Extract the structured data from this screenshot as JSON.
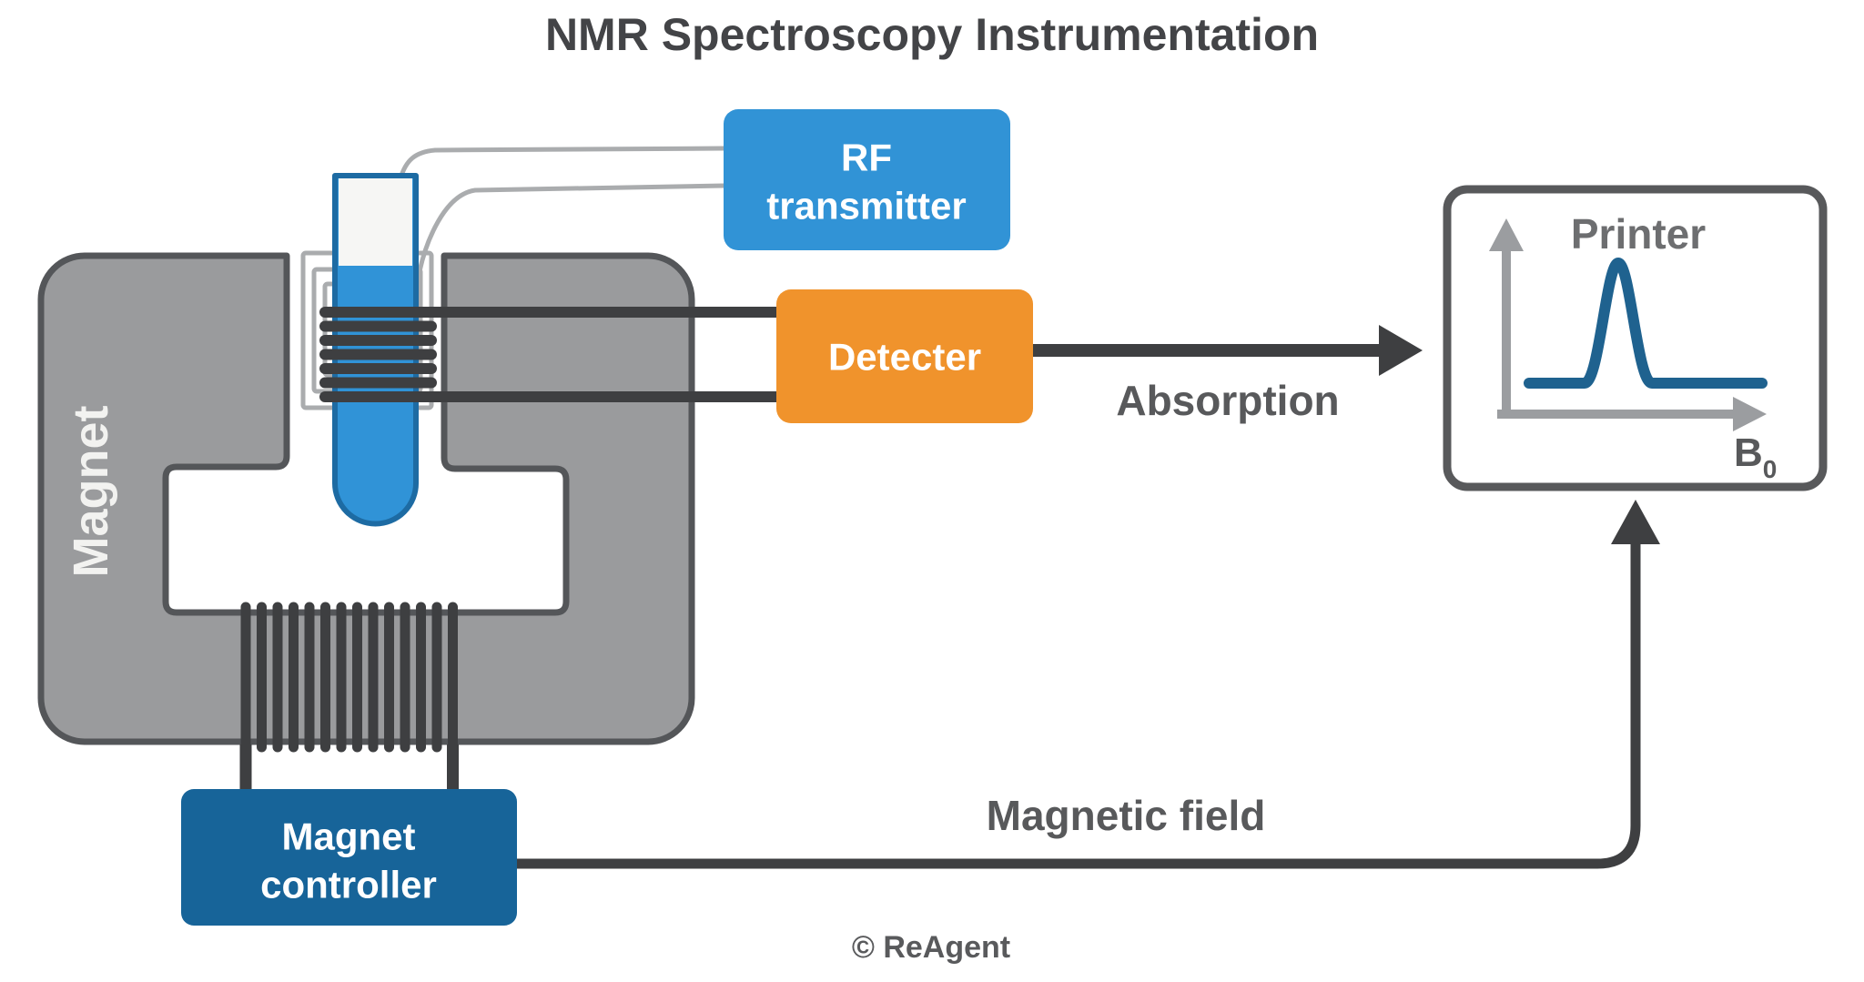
{
  "title": "NMR Spectroscopy Instrumentation",
  "copyright": "© ReAgent",
  "magnet": {
    "label": "Magnet"
  },
  "rf_transmitter": {
    "lines": [
      "RF",
      "transmitter"
    ]
  },
  "detecter": {
    "label": "Detecter"
  },
  "magnet_controller": {
    "lines": [
      "Magnet",
      "controller"
    ]
  },
  "printer": {
    "label": "Printer",
    "axis_main": "B",
    "axis_sub": "0"
  },
  "arrows": {
    "absorption": "Absorption",
    "magnetic_field": "Magnetic field"
  },
  "colors": {
    "magnet_fill": "#9a9b9d",
    "magnet_border": "#545659",
    "tube_blue": "#3093d7",
    "tube_border": "#1d6ba3",
    "tube_empty": "#f6f6f4",
    "rf_blue": "#3193d6",
    "detecter_orange": "#f0932c",
    "controller_blue": "#176499",
    "peak_blue": "#1f628f",
    "dark_line": "#3e3f41",
    "light_wire": "#aaacae",
    "axis_gray": "#9b9da0",
    "label_gray": "#58595b",
    "title_gray": "#434447",
    "white_text": "#ffffff"
  }
}
